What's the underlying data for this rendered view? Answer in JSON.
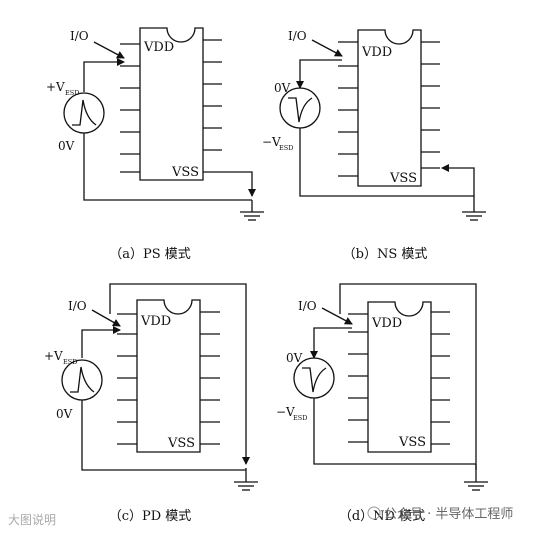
{
  "panels": [
    {
      "caption": "（a）PS 模式",
      "io": "I/O",
      "vdd": "VDD",
      "vss": "VSS",
      "v_top": "+V",
      "v_top_sub": "ESD",
      "v_bottom": "0V",
      "pulse": "positive"
    },
    {
      "caption": "（b）NS 模式",
      "io": "I/O",
      "vdd": "VDD",
      "vss": "VSS",
      "v_top": "0V",
      "v_bottom": "−V",
      "v_bottom_sub": "ESD",
      "pulse": "negative"
    },
    {
      "caption": "（c）PD 模式",
      "io": "I/O",
      "vdd": "VDD",
      "vss": "VSS",
      "v_top": "+V",
      "v_top_sub": "ESD",
      "v_bottom": "0V",
      "pulse": "positive"
    },
    {
      "caption": "（d）ND 模式",
      "io": "I/O",
      "vdd": "VDD",
      "vss": "VSS",
      "v_top": "0V",
      "v_bottom": "−V",
      "v_bottom_sub": "ESD",
      "pulse": "negative"
    }
  ],
  "watermark": {
    "right": "公众号 · 半导体工程师",
    "left": "大图说明"
  }
}
